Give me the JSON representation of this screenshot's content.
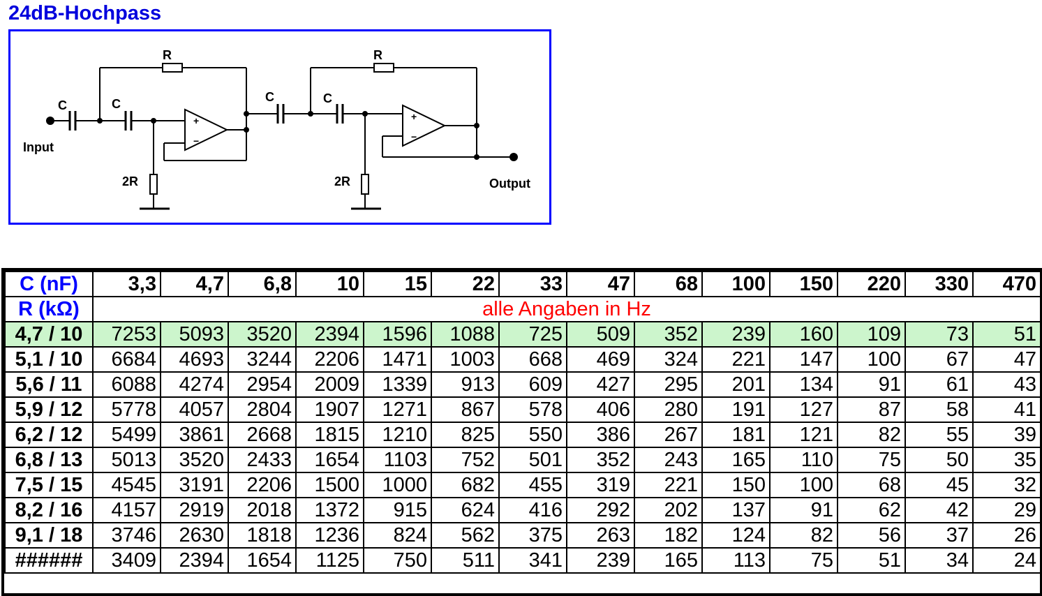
{
  "title": "24dB-Hochpass",
  "schematic": {
    "label_input": "Input",
    "label_output": "Output",
    "label_r": "R",
    "label_c": "C",
    "label_2r": "2R"
  },
  "table": {
    "c_header": "C (nF)",
    "r_header": "R (kΩ)",
    "unit_note": "alle Angaben in Hz",
    "capacitances": [
      "3,3",
      "4,7",
      "6,8",
      "10",
      "15",
      "22",
      "33",
      "47",
      "68",
      "100",
      "150",
      "220",
      "330",
      "470"
    ],
    "highlight_color": "#ccf5cc",
    "rows": [
      {
        "r": "4,7 / 10",
        "values": [
          "7253",
          "5093",
          "3520",
          "2394",
          "1596",
          "1088",
          "725",
          "509",
          "352",
          "239",
          "160",
          "109",
          "73",
          "51"
        ]
      },
      {
        "r": "5,1 / 10",
        "values": [
          "6684",
          "4693",
          "3244",
          "2206",
          "1471",
          "1003",
          "668",
          "469",
          "324",
          "221",
          "147",
          "100",
          "67",
          "47"
        ]
      },
      {
        "r": "5,6 / 11",
        "values": [
          "6088",
          "4274",
          "2954",
          "2009",
          "1339",
          "913",
          "609",
          "427",
          "295",
          "201",
          "134",
          "91",
          "61",
          "43"
        ]
      },
      {
        "r": "5,9 / 12",
        "values": [
          "5778",
          "4057",
          "2804",
          "1907",
          "1271",
          "867",
          "578",
          "406",
          "280",
          "191",
          "127",
          "87",
          "58",
          "41"
        ]
      },
      {
        "r": "6,2 / 12",
        "values": [
          "5499",
          "3861",
          "2668",
          "1815",
          "1210",
          "825",
          "550",
          "386",
          "267",
          "181",
          "121",
          "82",
          "55",
          "39"
        ]
      },
      {
        "r": "6,8 / 13",
        "values": [
          "5013",
          "3520",
          "2433",
          "1654",
          "1103",
          "752",
          "501",
          "352",
          "243",
          "165",
          "110",
          "75",
          "50",
          "35"
        ]
      },
      {
        "r": "7,5 / 15",
        "values": [
          "4545",
          "3191",
          "2206",
          "1500",
          "1000",
          "682",
          "455",
          "319",
          "221",
          "150",
          "100",
          "68",
          "45",
          "32"
        ]
      },
      {
        "r": "8,2 / 16",
        "values": [
          "4157",
          "2919",
          "2018",
          "1372",
          "915",
          "624",
          "416",
          "292",
          "202",
          "137",
          "91",
          "62",
          "42",
          "29"
        ]
      },
      {
        "r": "9,1 / 18",
        "values": [
          "3746",
          "2630",
          "1818",
          "1236",
          "824",
          "562",
          "375",
          "263",
          "182",
          "124",
          "82",
          "56",
          "37",
          "26"
        ]
      },
      {
        "r": "######",
        "values": [
          "3409",
          "2394",
          "1654",
          "1125",
          "750",
          "511",
          "341",
          "239",
          "165",
          "113",
          "75",
          "51",
          "34",
          "24"
        ]
      }
    ]
  }
}
